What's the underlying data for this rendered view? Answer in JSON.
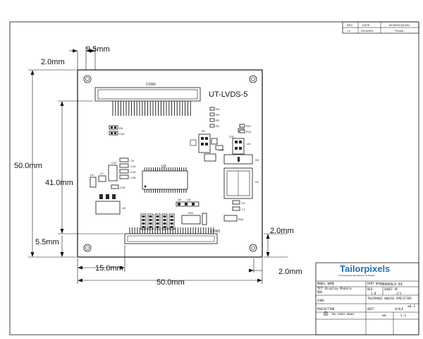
{
  "revision_table": {
    "headers": [
      "REV.",
      "DATE",
      "MODIFICATION"
    ],
    "row": [
      "1.0",
      "2014/03/01",
      "Preview"
    ]
  },
  "board": {
    "silk_title": "UT-LVDS-5",
    "connectors": {
      "top": "CON2",
      "bottom": "CON3"
    },
    "ic_u2": "U2",
    "ic_u3": "U3",
    "ic_u4": "U4",
    "labels": [
      "R4",
      "R3",
      "R2",
      "R1",
      "C32",
      "R27",
      "R12",
      "R1",
      "U4",
      "C33",
      "D5",
      "C34",
      "C12",
      "L9",
      "L8",
      "C11",
      "C9",
      "C14",
      "C16",
      "C18",
      "C15",
      "C10",
      "U2",
      "U3",
      "R41",
      "R42",
      "L6",
      "L7",
      "C30",
      "C31",
      "R17"
    ],
    "inductor_label": "L8",
    "diode_label": "D5"
  },
  "dimensions": {
    "hole_inset_top": "2.0mm",
    "connector_offset": "9.5mm",
    "board_height": "50.0mm",
    "connector_span": "41.0mm",
    "bottom_inset": "5.5mm",
    "right_inset": "2.0mm",
    "bottom_offset": "15.0mm",
    "board_width": "50.0mm",
    "right_bottom_inset": "2.0mm"
  },
  "title_block": {
    "logo_text": "Tailorpixels",
    "logo_tagline": "A Professional Manufacturer of Display",
    "model_name_label": "MODEL NAME",
    "model_name": "TFT Display Module",
    "part_no_label": "PART NO.",
    "part_no": "TBU043LV-01",
    "rev_label": "REV.",
    "rev": "1.0",
    "sheet_label": "SHEET OF",
    "sheet": "1/1",
    "dwg_label": "DWG",
    "chkd_label": "CHKD",
    "tolerance_label": "TOLERANCE UNLESS SPECIFIED",
    "tolerance": "±0.3",
    "projection_label": "PROJECTION",
    "unit_label": "UNIT",
    "unit": "mm",
    "scale_label": "SCALE",
    "scale": "1:1",
    "projection": "TBU 4P0K3-6N4K3"
  }
}
